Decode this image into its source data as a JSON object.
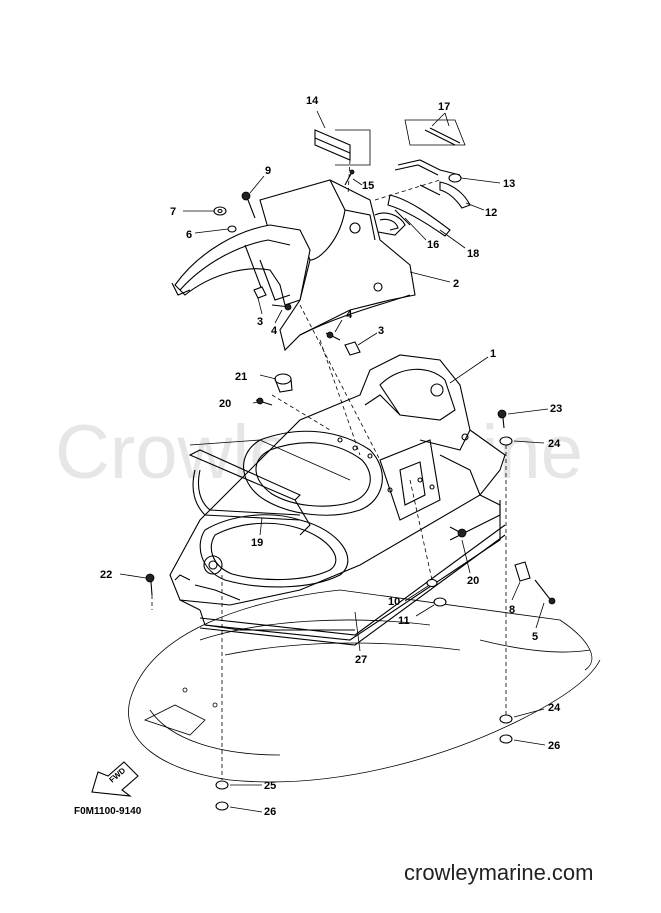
{
  "watermark": "Crowley Marine",
  "callouts": {
    "c1": "1",
    "c2": "2",
    "c3a": "3",
    "c3b": "3",
    "c4a": "4",
    "c4b": "4",
    "c5": "5",
    "c6": "6",
    "c7": "7",
    "c8": "8",
    "c9": "9",
    "c10": "10",
    "c11": "11",
    "c12": "12",
    "c13": "13",
    "c14": "14",
    "c15": "15",
    "c16": "16",
    "c17": "17",
    "c18": "18",
    "c19": "19",
    "c20a": "20",
    "c20b": "20",
    "c21": "21",
    "c22": "22",
    "c23": "23",
    "c24a": "24",
    "c24b": "24",
    "c25": "25",
    "c26a": "26",
    "c26b": "26",
    "c27": "27"
  },
  "fwd_label": "FWD",
  "diagram_code": "F0M1100-9140",
  "site_url": "crowleymarine.com"
}
